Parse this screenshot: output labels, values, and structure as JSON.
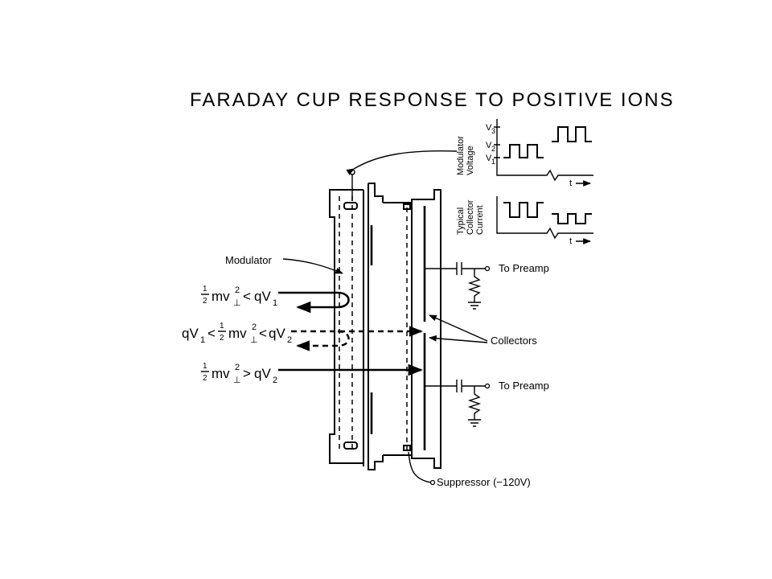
{
  "title": "FARADAY CUP RESPONSE TO POSITIVE IONS",
  "labels": {
    "modulator": "Modulator",
    "collectors": "Collectors",
    "to_preamp_1": "To Preamp",
    "to_preamp_2": "To Preamp",
    "suppressor": "Suppressor (−120V)"
  },
  "waveforms": {
    "voltage_label_line1": "Modulator",
    "voltage_label_line2": "Voltage",
    "current_label_line1": "Typical",
    "current_label_line2": "Collector",
    "current_label_line3": "Current",
    "level_v": "V",
    "level_v1_sub": "1",
    "level_v2_sub": "2",
    "level_v3_sub": "3",
    "time_label_1": "t",
    "time_label_2": "t"
  },
  "conditions": {
    "c1_frac_num": "1",
    "c1_frac_den": "2",
    "c1_body": "mv",
    "c1_perp": "⊥",
    "c1_sq": "2",
    "c1_rel": "<",
    "c1_rhs": "qV",
    "c1_rhs_sub": "1",
    "c2_lhs": "qV",
    "c2_lhs_sub": "1",
    "c2_rel1": "<",
    "c2_frac_num": "1",
    "c2_frac_den": "2",
    "c2_body": "mv",
    "c2_perp": "⊥",
    "c2_sq": "2",
    "c2_rel2": "<",
    "c2_rhs": "qV",
    "c2_rhs_sub": "2",
    "c3_frac_num": "1",
    "c3_frac_den": "2",
    "c3_body": "mv",
    "c3_perp": "⊥",
    "c3_sq": "2",
    "c3_rel": ">",
    "c3_rhs": "qV",
    "c3_rhs_sub": "2"
  }
}
